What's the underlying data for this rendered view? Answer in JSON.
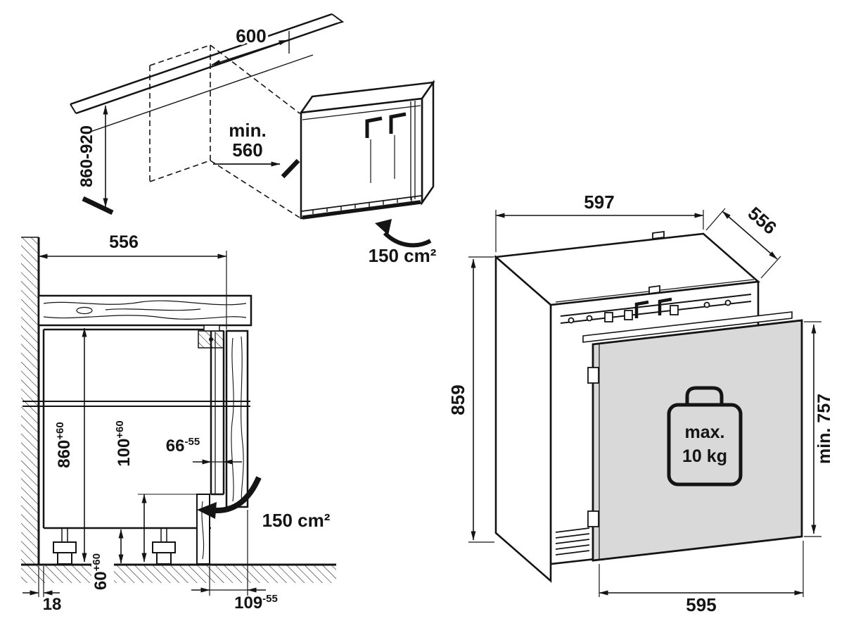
{
  "niche_view": {
    "width": "600",
    "depth_min_label": "min.",
    "depth_min_value": "560",
    "height_range": "860-920",
    "vent_area": "150 cm²"
  },
  "section_view": {
    "niche_depth": "556",
    "niche_height": {
      "value": "860",
      "tol": "+60"
    },
    "bottom_clearance": {
      "value": "100",
      "tol": "+60"
    },
    "door_offset": {
      "value": "66",
      "tol": "-55"
    },
    "foot_height": {
      "value": "60",
      "tol": "+60"
    },
    "wall_gap": "18",
    "plinth_recess": {
      "value": "109",
      "tol": "-55"
    },
    "vent_area": "150 cm²"
  },
  "appliance_view": {
    "width": "597",
    "depth": "556",
    "height": "859",
    "door_min_height": "min. 757",
    "door_width": "595",
    "weight_limit": {
      "line1": "max.",
      "line2": "10 kg"
    }
  }
}
